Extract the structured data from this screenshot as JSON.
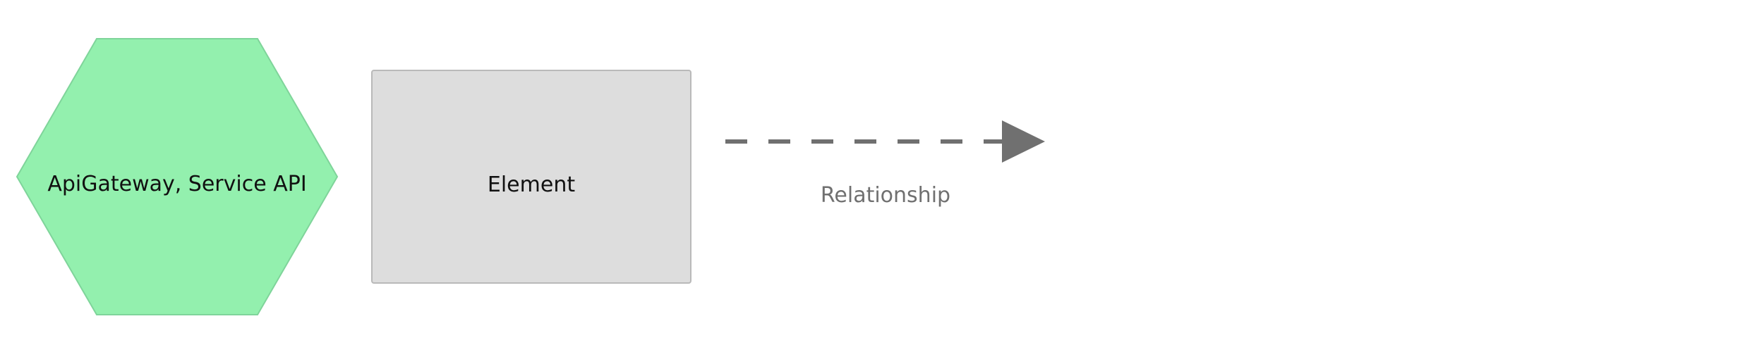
{
  "legend": {
    "items": [
      {
        "kind": "element",
        "shape": "hexagon",
        "label": "ApiGateway, Service API",
        "fill": "#93f0ae",
        "stroke": "#7fd49a",
        "text_color": "#111111"
      },
      {
        "kind": "element",
        "shape": "box",
        "label": "Element",
        "fill": "#dddddd",
        "stroke": "#b9b9b9",
        "text_color": "#111111"
      },
      {
        "kind": "relationship",
        "style": "dashed",
        "label": "Relationship",
        "color": "#707070",
        "text_color": "#707070"
      }
    ]
  }
}
